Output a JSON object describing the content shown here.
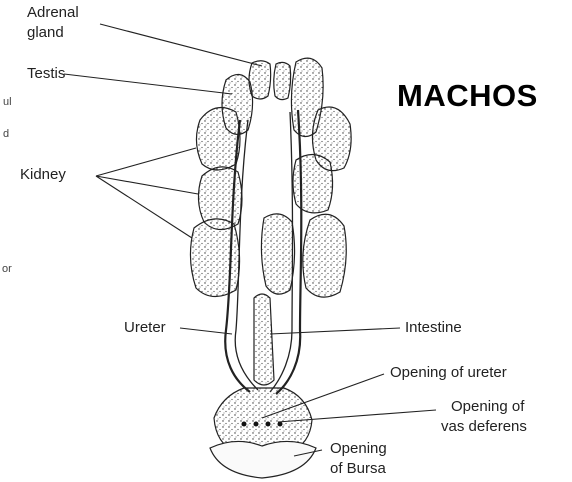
{
  "title": "MACHOS",
  "labels": {
    "adrenal_line1": "Adrenal",
    "adrenal_line2": "gland",
    "testis": "Testis",
    "kidney": "Kidney",
    "ureter": "Ureter",
    "intestine": "Intestine",
    "opening_ureter": "Opening of ureter",
    "opening_vas_line1": "Opening of",
    "opening_vas_line2": "vas deferens",
    "opening_bursa_line1": "Opening",
    "opening_bursa_line2": "of Bursa"
  },
  "cut_text": [
    "ul",
    "d",
    "or"
  ],
  "colors": {
    "line": "#222222",
    "stipple": "#333333",
    "organ_fill": "#fafafa",
    "title": "#000000"
  }
}
